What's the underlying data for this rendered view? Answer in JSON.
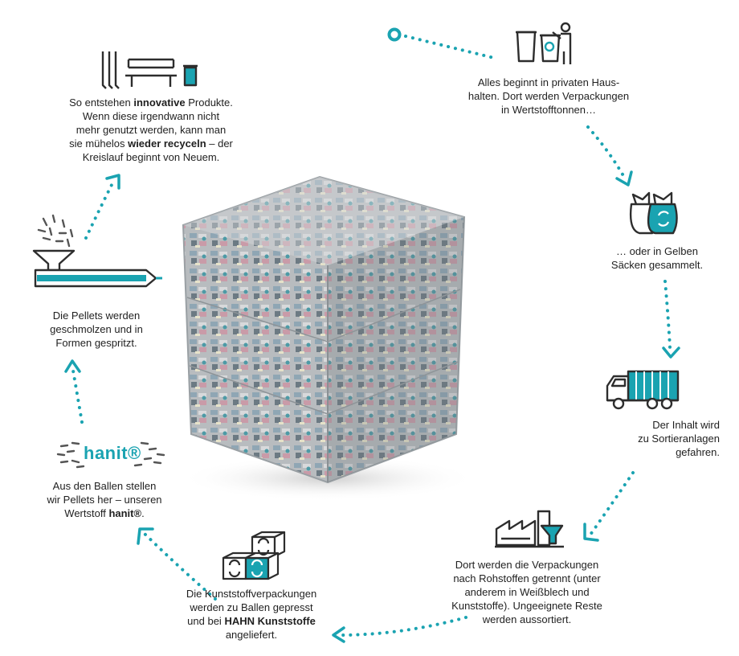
{
  "colors": {
    "accent": "#1aa3b1",
    "ink": "#2d2d2d",
    "bale_shadow": "#e9e9e9"
  },
  "steps": [
    {
      "icon": "household-bins-icon",
      "lines": [
        [
          {
            "t": "Alles beginnt in privaten Haus-"
          }
        ],
        [
          {
            "t": "halten. Dort werden Verpackungen"
          }
        ],
        [
          {
            "t": "in Wertstofftonnen…"
          }
        ]
      ]
    },
    {
      "icon": "yellow-bags-icon",
      "lines": [
        [
          {
            "t": "… oder in Gelben"
          }
        ],
        [
          {
            "t": "Säcken gesammelt."
          }
        ]
      ]
    },
    {
      "icon": "garbage-truck-icon",
      "lines": [
        [
          {
            "t": "Der Inhalt wird"
          }
        ],
        [
          {
            "t": "zu Sortieranlagen"
          }
        ],
        [
          {
            "t": "gefahren."
          }
        ]
      ]
    },
    {
      "icon": "sorting-plant-icon",
      "lines": [
        [
          {
            "t": "Dort werden die Verpackungen"
          }
        ],
        [
          {
            "t": "nach Rohstoffen getrennt (unter"
          }
        ],
        [
          {
            "t": "anderem in Weißblech und"
          }
        ],
        [
          {
            "t": "Kunststoffe). Ungeeignete Reste"
          }
        ],
        [
          {
            "t": "werden aussortiert."
          }
        ]
      ]
    },
    {
      "icon": "bales-icon",
      "lines": [
        [
          {
            "t": "Die Kunststoffverpackungen"
          }
        ],
        [
          {
            "t": "werden zu Ballen gepresst"
          }
        ],
        [
          {
            "t": "und bei "
          },
          {
            "t": "HAHN Kunststoffe",
            "b": true
          }
        ],
        [
          {
            "t": "angeliefert."
          }
        ]
      ]
    },
    {
      "icon": "hanit-pellets-icon",
      "logo_text": "hanit®",
      "lines": [
        [
          {
            "t": "Aus den Ballen stellen"
          }
        ],
        [
          {
            "t": "wir Pellets her – unseren"
          }
        ],
        [
          {
            "t": "Wertstoff "
          },
          {
            "t": "hanit®",
            "b": true
          },
          {
            "t": "."
          }
        ]
      ]
    },
    {
      "icon": "injection-molding-icon",
      "lines": [
        [
          {
            "t": "Die Pellets werden"
          }
        ],
        [
          {
            "t": "geschmolzen und in"
          }
        ],
        [
          {
            "t": "Formen gespritzt."
          }
        ]
      ]
    },
    {
      "icon": "products-icon",
      "lines": [
        [
          {
            "t": "So entstehen "
          },
          {
            "t": "innovative",
            "b": true
          },
          {
            "t": " Produkte."
          }
        ],
        [
          {
            "t": "Wenn diese irgendwann nicht"
          }
        ],
        [
          {
            "t": "mehr genutzt werden, kann man"
          }
        ],
        [
          {
            "t": "sie mühelos "
          },
          {
            "t": "wieder recyceln",
            "b": true
          },
          {
            "t": " – der"
          }
        ],
        [
          {
            "t": "Kreislauf beginnt von Neuem."
          }
        ]
      ]
    }
  ],
  "center_image": "compressed-plastic-bale"
}
